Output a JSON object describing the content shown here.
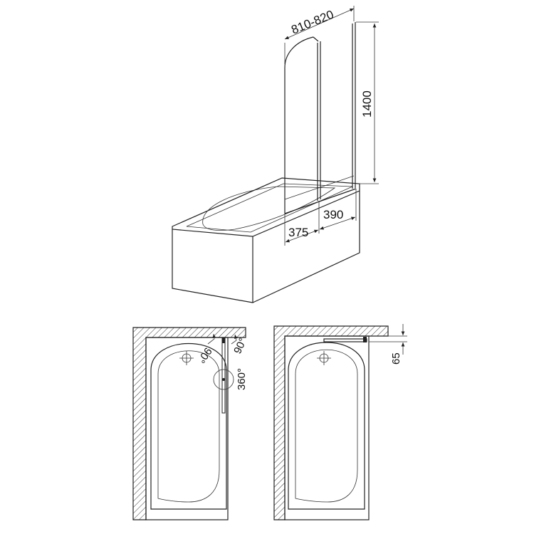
{
  "iso_view": {
    "width_label": "810-820",
    "height_label": "1400",
    "panel1_label": "375",
    "panel2_label": "390"
  },
  "plan_left": {
    "angle_left_label": "90°",
    "angle_right_label": "90°",
    "rotation_label": "360°"
  },
  "plan_right": {
    "offset_label": "65"
  },
  "colors": {
    "line": "#222222",
    "background": "#ffffff"
  }
}
